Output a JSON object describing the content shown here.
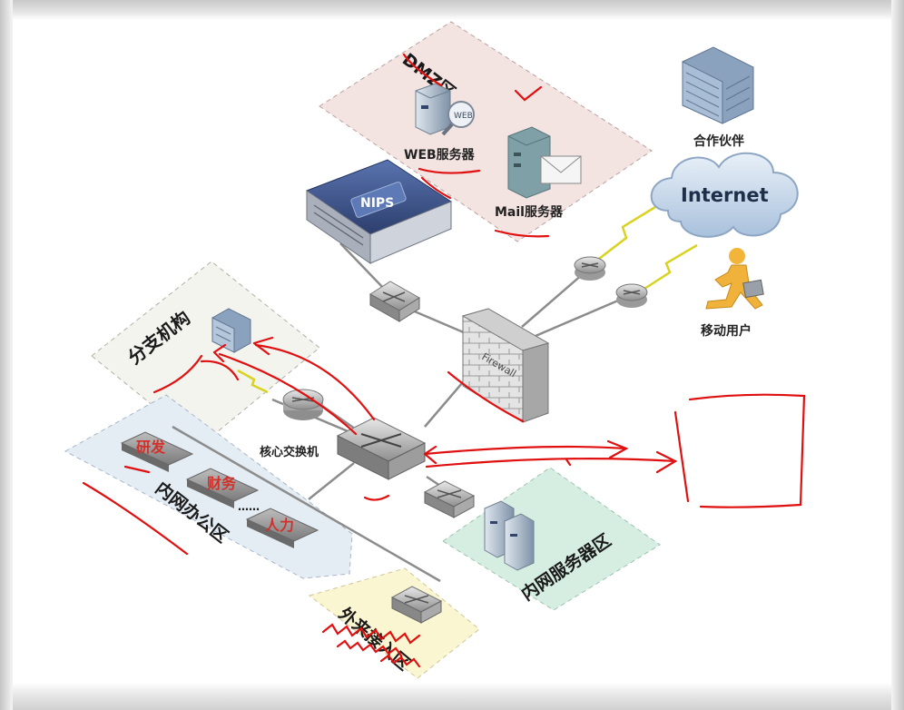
{
  "diagram": {
    "zones": {
      "dmz": "DMZ区",
      "branch": "分支机构",
      "intranet_office": "内网办公区",
      "intranet_servers": "内网服务器区",
      "guest_access": "外来接入区"
    },
    "nodes": {
      "web_server": "WEB服务器",
      "web_icon_text": "WEB",
      "mail_server": "Mail服务器",
      "nips": "NIPS",
      "firewall": "Firewall",
      "internet": "Internet",
      "partner": "合作伙伴",
      "mobile_user": "移动用户",
      "core_switch": "核心交换机",
      "rnd": "研发",
      "finance": "财务",
      "hr": "人力",
      "dots": "……"
    },
    "colors": {
      "dmz_zone": "#f3e3e1",
      "branch_zone": "#f4f4ee",
      "office_zone": "#e4ecf4",
      "server_zone": "#d6ede2",
      "guest_zone": "#fbf6d2",
      "annotation": "#e01010",
      "nips_box": "#3e5692",
      "cloud": "#b9cfe6",
      "dept_label": "#d3302a"
    }
  }
}
